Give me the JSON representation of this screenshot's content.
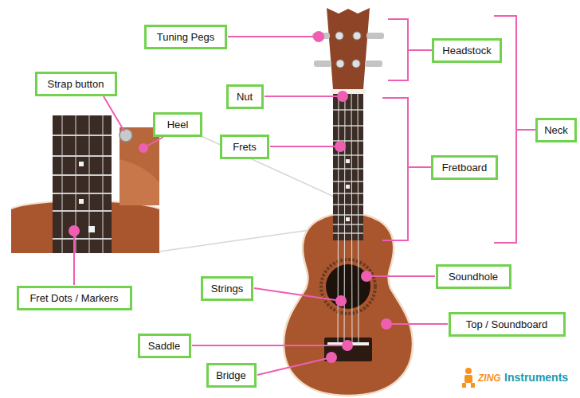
{
  "diagram": {
    "nodes": [
      {
        "text": [
          "Tuning Pegs"
        ]
      },
      {
        "text": [
          "Headstock"
        ]
      },
      {
        "text": [
          "Strap button"
        ]
      },
      {
        "text": [
          "Heel"
        ]
      },
      {
        "text": [
          "Nut"
        ]
      },
      {
        "text": [
          "Neck"
        ]
      },
      {
        "text": [
          "Frets"
        ]
      },
      {
        "text": [
          "Fretboard"
        ]
      },
      {
        "text": [
          "Soundhole"
        ]
      },
      {
        "text": [
          "Strings"
        ]
      },
      {
        "text": [
          "Fret Dots / Markers"
        ]
      },
      {
        "text": [
          "Top / Soundboard"
        ]
      },
      {
        "text": [
          "Saddle"
        ]
      },
      {
        "text": [
          "Bridge"
        ]
      }
    ],
    "labels": [
      "ZING",
      "Instruments"
    ]
  }
}
